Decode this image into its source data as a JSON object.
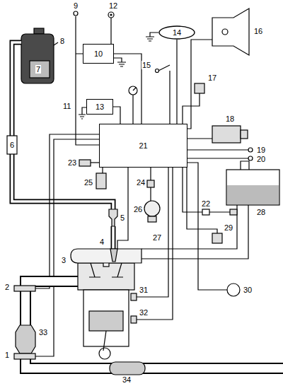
{
  "diagram": {
    "nodes": [
      {
        "text": [
          "14"
        ]
      },
      {
        "text": [
          "10"
        ]
      },
      {
        "text": [
          "13"
        ]
      },
      {
        "text": [
          "21"
        ]
      }
    ],
    "edges": [
      {
        "from": 1,
        "to": 3,
        "arrow": "none"
      },
      {
        "from": 2,
        "to": 3,
        "arrow": "none"
      },
      {
        "from": 0,
        "to": 3,
        "arrow": "none"
      }
    ],
    "labels": [
      "9",
      "12",
      "8",
      "16",
      "15",
      "17",
      "7",
      "11",
      "18",
      "19",
      "20",
      "6",
      "23",
      "24",
      "25",
      "26",
      "22",
      "28",
      "5",
      "4",
      "27",
      "29",
      "3",
      "30",
      "2",
      "31",
      "32",
      "33",
      "1",
      "34"
    ]
  }
}
